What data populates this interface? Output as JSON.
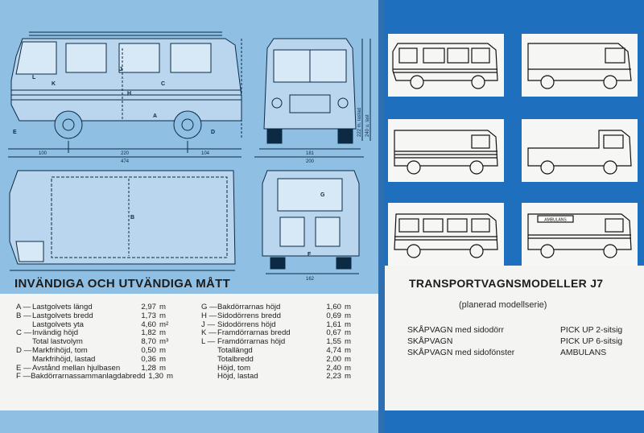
{
  "left_page": {
    "heading": "INVÄNDIGA OCH UTVÄNDIGA MÅTT",
    "dimension_labels": {
      "front_overhang": "100",
      "wheelbase": "220",
      "rear_overhang": "104",
      "overall_length": "474",
      "width_top": "181",
      "overall_width": "200",
      "bottom_width": "162",
      "height_laden": "222 m. lastad",
      "height_unladen": "240 u. last",
      "letters": [
        "A",
        "B",
        "C",
        "D",
        "E",
        "F",
        "G",
        "H",
        "J",
        "K",
        "L"
      ]
    },
    "specs_col1": [
      {
        "key": "A —",
        "name": "Lastgolvets längd",
        "value": "2,97",
        "unit": "m"
      },
      {
        "key": "B —",
        "name": "Lastgolvets bredd",
        "value": "1,73",
        "unit": "m"
      },
      {
        "key": "",
        "name": "Lastgolvets yta",
        "value": "4,60",
        "unit": "m²"
      },
      {
        "key": "C —",
        "name": "Invändig höjd",
        "value": "1,82",
        "unit": "m"
      },
      {
        "key": "",
        "name": "Total lastvolym",
        "value": "8,70",
        "unit": "m³"
      },
      {
        "key": "D —",
        "name": "Markfrihöjd, tom",
        "value": "0,50",
        "unit": "m"
      },
      {
        "key": "",
        "name": "Markfrihöjd, lastad",
        "value": "0,36",
        "unit": "m"
      },
      {
        "key": "E —",
        "name": "Avstånd mellan hjulbasen",
        "value": "1,28",
        "unit": "m"
      },
      {
        "key": "F —",
        "name": "Bakdörrarnassammanlagdabredd",
        "value": "1,30",
        "unit": "m"
      }
    ],
    "specs_col2": [
      {
        "key": "G —",
        "name": "Bakdörrarnas höjd",
        "value": "1,60",
        "unit": "m"
      },
      {
        "key": "H —",
        "name": "Sidodörrens bredd",
        "value": "0,69",
        "unit": "m"
      },
      {
        "key": "J —",
        "name": "Sidodörrens höjd",
        "value": "1,61",
        "unit": "m"
      },
      {
        "key": "K —",
        "name": "Framdörrarnas bredd",
        "value": "0,67",
        "unit": "m"
      },
      {
        "key": "L —",
        "name": "Framdörrarnas höjd",
        "value": "1,55",
        "unit": "m"
      },
      {
        "key": "",
        "name": "Totallängd",
        "value": "4,74",
        "unit": "m"
      },
      {
        "key": "",
        "name": "Totalbredd",
        "value": "2,00",
        "unit": "m"
      },
      {
        "key": "",
        "name": "Höjd, tom",
        "value": "2,40",
        "unit": "m"
      },
      {
        "key": "",
        "name": "Höjd, lastad",
        "value": "2,23",
        "unit": "m"
      }
    ]
  },
  "right_page": {
    "heading": "TRANSPORTVAGNSMODELLER J7",
    "subnote": "(planerad modellserie)",
    "models_col1": [
      "SKÅPVAGN med sidodörr",
      "SKÅPVAGN",
      "SKÅPVAGN med sidofönster"
    ],
    "models_col2": [
      "PICK UP 2-sitsig",
      "PICK UP 6-sitsig",
      "AMBULANS"
    ],
    "ambulance_sign": "AMBULANS"
  },
  "colors": {
    "light_blue": "#8fbfe3",
    "dark_blue": "#1f6fbf",
    "paper": "#f4f4f2",
    "ink": "#222222"
  }
}
